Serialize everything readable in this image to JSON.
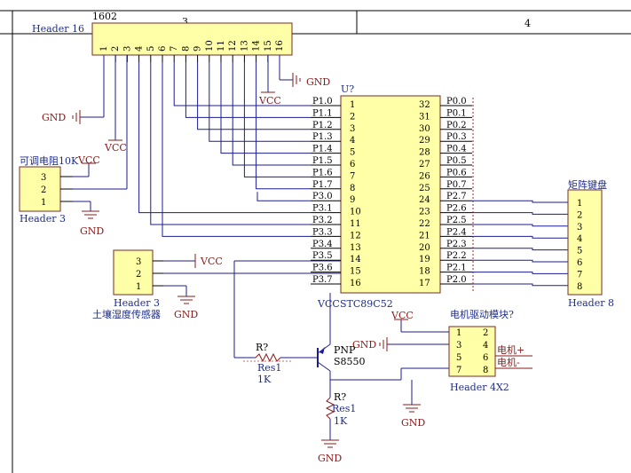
{
  "border": {
    "zone_right": "4",
    "zone_mid": "3"
  },
  "header16": {
    "designator": "1602",
    "name": "Header 16",
    "pins": [
      "1",
      "2",
      "3",
      "4",
      "5",
      "6",
      "7",
      "8",
      "9",
      "10",
      "11",
      "12",
      "13",
      "14",
      "15",
      "16"
    ]
  },
  "mcu": {
    "designator": "U?",
    "name": "STC89C52",
    "vcc": "VCC",
    "left_pins": [
      {
        "label": "P1.0",
        "num": "1"
      },
      {
        "label": "P1.1",
        "num": "2"
      },
      {
        "label": "P1.2",
        "num": "3"
      },
      {
        "label": "P1.3",
        "num": "4"
      },
      {
        "label": "P1.4",
        "num": "5"
      },
      {
        "label": "P1.5",
        "num": "6"
      },
      {
        "label": "P1.6",
        "num": "7"
      },
      {
        "label": "P1.7",
        "num": "8"
      },
      {
        "label": "P3.0",
        "num": "9"
      },
      {
        "label": "P3.1",
        "num": "10"
      },
      {
        "label": "P3.2",
        "num": "11"
      },
      {
        "label": "P3.3",
        "num": "12"
      },
      {
        "label": "P3.4",
        "num": "13"
      },
      {
        "label": "P3.5",
        "num": "14"
      },
      {
        "label": "P3.6",
        "num": "15"
      },
      {
        "label": "P3.7",
        "num": "16"
      }
    ],
    "right_pins": [
      {
        "label": "P0.0",
        "num": "32"
      },
      {
        "label": "P0.1",
        "num": "31"
      },
      {
        "label": "P0.2",
        "num": "30"
      },
      {
        "label": "P0.3",
        "num": "29"
      },
      {
        "label": "P0.4",
        "num": "28"
      },
      {
        "label": "P0.5",
        "num": "27"
      },
      {
        "label": "P0.6",
        "num": "26"
      },
      {
        "label": "P0.7",
        "num": "25"
      },
      {
        "label": "P2.7",
        "num": "24"
      },
      {
        "label": "P2.6",
        "num": "23"
      },
      {
        "label": "P2.5",
        "num": "22"
      },
      {
        "label": "P2.4",
        "num": "21"
      },
      {
        "label": "P2.3",
        "num": "20"
      },
      {
        "label": "P2.2",
        "num": "19"
      },
      {
        "label": "P2.1",
        "num": "18"
      },
      {
        "label": "P2.0",
        "num": "17"
      }
    ]
  },
  "pot": {
    "title": "可调电阻10K",
    "name": "Header 3",
    "pins": [
      "3",
      "2",
      "1"
    ],
    "vcc": "VCC",
    "gnd": "GND"
  },
  "sensor": {
    "title": "土壤湿度传感器",
    "name": "Header 3",
    "pins": [
      "3",
      "2",
      "1"
    ],
    "vcc": "VCC",
    "gnd": "GND"
  },
  "keypad": {
    "title": "矩阵键盘",
    "name": "Header 8",
    "pins": [
      "1",
      "2",
      "3",
      "4",
      "5",
      "6",
      "7",
      "8"
    ]
  },
  "motor": {
    "title": "电机驱动模块?",
    "name": "Header 4X2",
    "vcc": "VCC",
    "gnd": "GND",
    "pins_left": [
      "1",
      "3",
      "5",
      "7"
    ],
    "pins_right": [
      "2",
      "4",
      "6",
      "8"
    ],
    "out_plus": "电机+",
    "out_minus": "电机-"
  },
  "transistor": {
    "type": "PNP",
    "part": "S8550"
  },
  "res1": {
    "designator": "R?",
    "part": "Res1",
    "value": "1K"
  },
  "res2": {
    "designator": "R?",
    "part": "Res1",
    "value": "1K"
  },
  "nets": {
    "gnd": "GND",
    "vcc": "VCC"
  }
}
